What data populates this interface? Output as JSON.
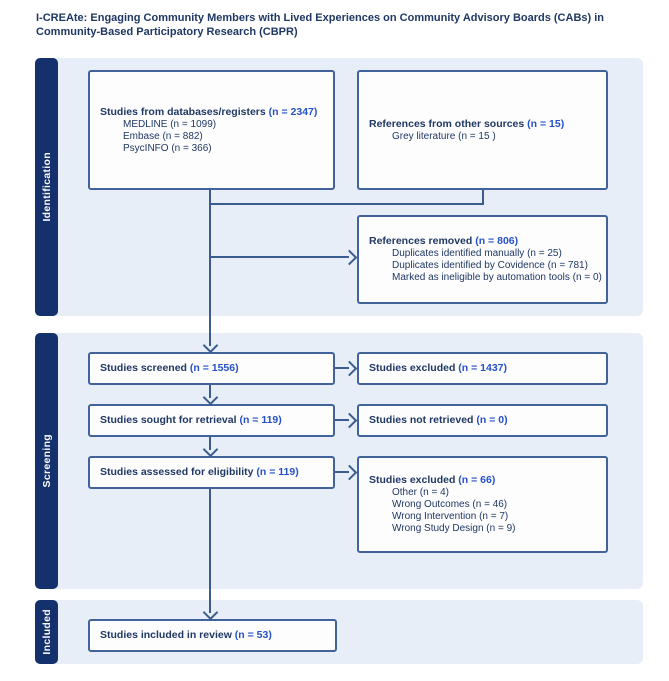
{
  "title": {
    "line1": "I-CREAte: Engaging Community Members with Lived Experiences on Community Advisory Boards (CABs) in",
    "line2": "Community-Based Participatory Research (CBPR)"
  },
  "stages": {
    "identification": "Identification",
    "screening": "Screening",
    "included": "Included"
  },
  "boxes": {
    "databases": {
      "label": "Studies from databases/registers",
      "value": "(n = 2347)",
      "items": [
        "MEDLINE (n = 1099)",
        "Embase (n = 882)",
        "PsycINFO (n = 366)"
      ]
    },
    "other_sources": {
      "label": "References from other sources",
      "value": "(n = 15)",
      "items": [
        "Grey literature (n = 15 )"
      ]
    },
    "removed": {
      "label": "References removed",
      "value": "(n = 806)",
      "items": [
        "Duplicates identified manually (n = 25)",
        "Duplicates identified by Covidence (n = 781)",
        "Marked as ineligible by automation tools (n = 0)"
      ]
    },
    "screened": {
      "label": "Studies screened",
      "value": "(n = 1556)"
    },
    "excluded_screening": {
      "label": "Studies excluded",
      "value": "(n = 1437)"
    },
    "sought": {
      "label": "Studies sought for retrieval",
      "value": "(n = 119)"
    },
    "not_retrieved": {
      "label": "Studies not retrieved",
      "value": "(n = 0)"
    },
    "eligibility": {
      "label": "Studies assessed for eligibility",
      "value": "(n = 119)"
    },
    "excluded_eligibility": {
      "label": "Studies excluded",
      "value": "(n = 66)",
      "items": [
        "Other (n = 4)",
        "Wrong Outcomes (n = 46)",
        "Wrong Intervention (n = 7)",
        "Wrong Study Design (n = 9)"
      ]
    },
    "included": {
      "label": "Studies included in review",
      "value": "(n = 53)"
    }
  },
  "colors": {
    "stage_bar_navy": "#14316e",
    "panel_light_blue": "#e8eef8",
    "box_border_blue": "#41639a",
    "text_dark_navy": "#1f3864",
    "value_blue": "#2551c9",
    "arrow_blue": "#3a5c8e"
  }
}
